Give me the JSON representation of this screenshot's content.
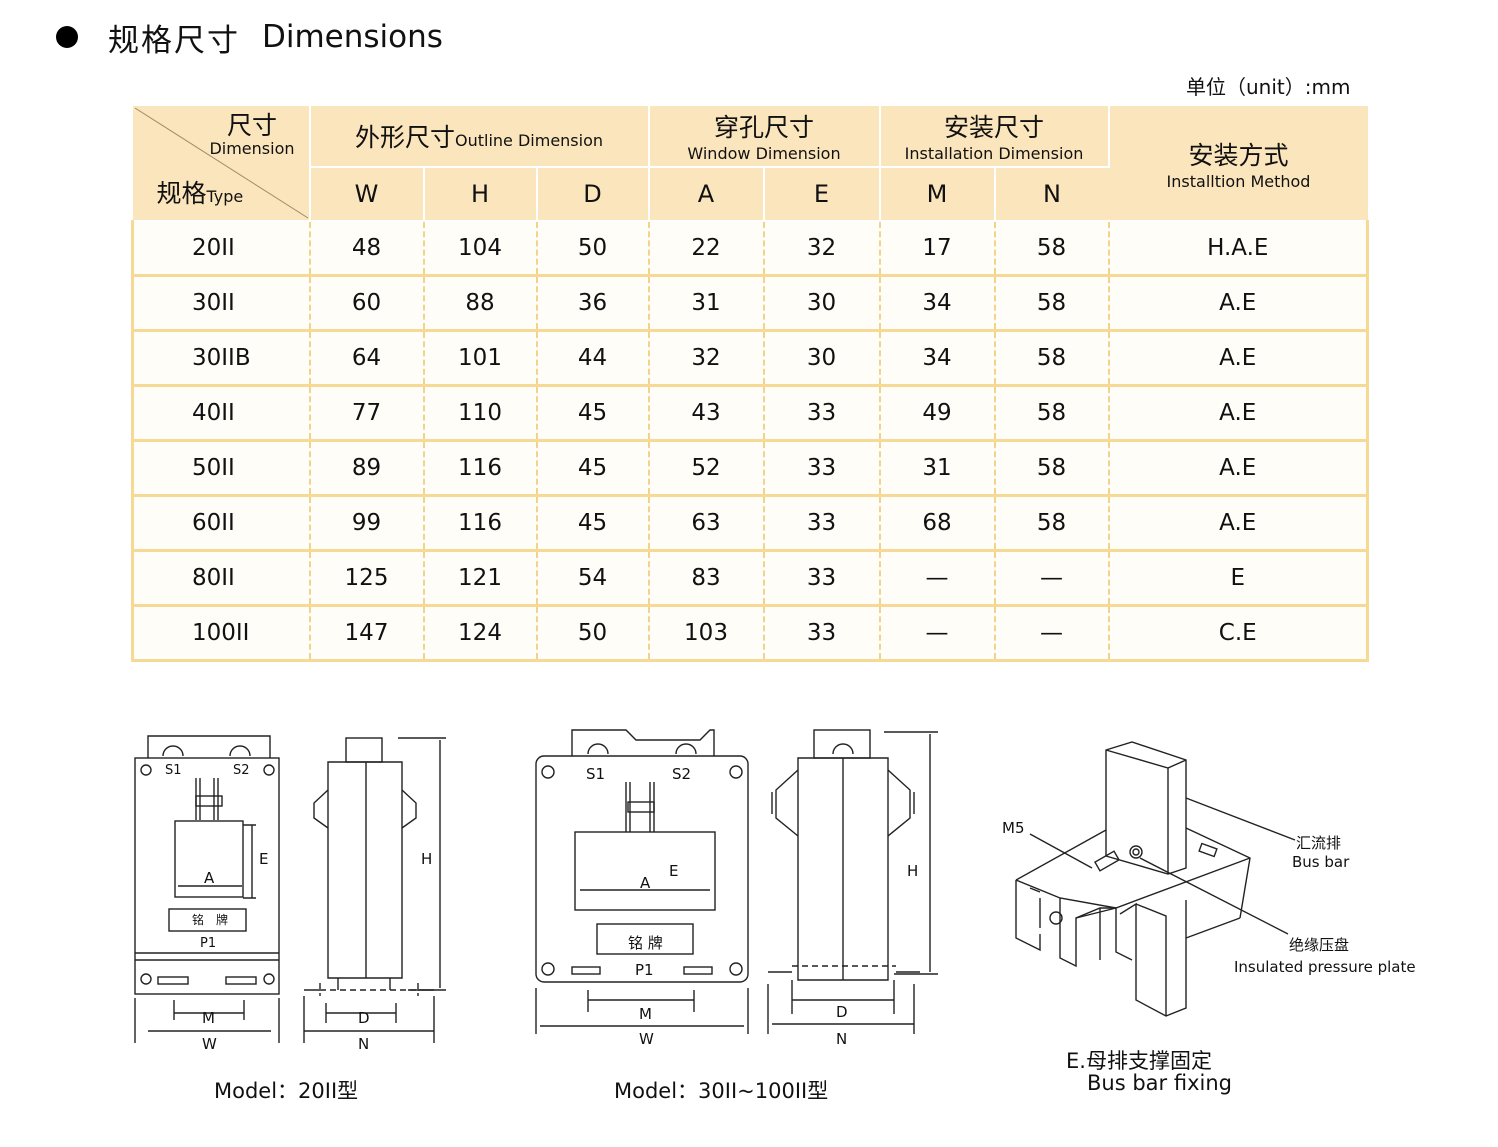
{
  "header": {
    "title_zh": "规格尺寸",
    "title_en": "Dimensions",
    "unit": "单位（unit）:mm"
  },
  "table": {
    "corner_zh": "尺寸",
    "corner_en": "Dimension",
    "type_zh": "规格",
    "type_en": "Type",
    "outline_zh": "外形尺寸",
    "outline_en": "Outline Dimension",
    "window_zh": "穿孔尺寸",
    "window_en": "Window Dimension",
    "install_zh": "安装尺寸",
    "install_en": "Installation Dimension",
    "method_zh": "安装方式",
    "method_en": "Installtion Method",
    "cols": [
      "W",
      "H",
      "D",
      "A",
      "E",
      "M",
      "N"
    ],
    "rows": [
      [
        "20II",
        "48",
        "104",
        "50",
        "22",
        "32",
        "17",
        "58",
        "H.A.E"
      ],
      [
        "30II",
        "60",
        "88",
        "36",
        "31",
        "30",
        "34",
        "58",
        "A.E"
      ],
      [
        "30IIB",
        "64",
        "101",
        "44",
        "32",
        "30",
        "34",
        "58",
        "A.E"
      ],
      [
        "40II",
        "77",
        "110",
        "45",
        "43",
        "33",
        "49",
        "58",
        "A.E"
      ],
      [
        "50II",
        "89",
        "116",
        "45",
        "52",
        "33",
        "31",
        "58",
        "A.E"
      ],
      [
        "60II",
        "99",
        "116",
        "45",
        "63",
        "33",
        "68",
        "58",
        "A.E"
      ],
      [
        "80II",
        "125",
        "121",
        "54",
        "83",
        "33",
        "—",
        "—",
        "E"
      ],
      [
        "100II",
        "147",
        "124",
        "50",
        "103",
        "33",
        "—",
        "—",
        "C.E"
      ]
    ]
  },
  "drawing1": {
    "s1": "S1",
    "s2": "S2",
    "p1": "P1",
    "plate": "铭　牌",
    "a": "A",
    "e": "E",
    "h": "H",
    "m": "M",
    "w": "W",
    "d": "D",
    "n": "N",
    "caption": "Model：20II型"
  },
  "drawing2": {
    "s1": "S1",
    "s2": "S2",
    "p1": "P1",
    "plate": "铭 牌",
    "a": "A",
    "e": "E",
    "h": "H",
    "m": "M",
    "w": "W",
    "d": "D",
    "n": "N",
    "caption": "Model：30II~100II型"
  },
  "drawing3": {
    "m5": "M5",
    "busbar_zh": "汇流排",
    "busbar_en": "Bus bar",
    "plate_zh": "绝缘压盘",
    "plate_en": "Insulated pressure plate",
    "caption_zh": "E.母排支撑固定",
    "caption_en": "Bus bar fixing"
  }
}
